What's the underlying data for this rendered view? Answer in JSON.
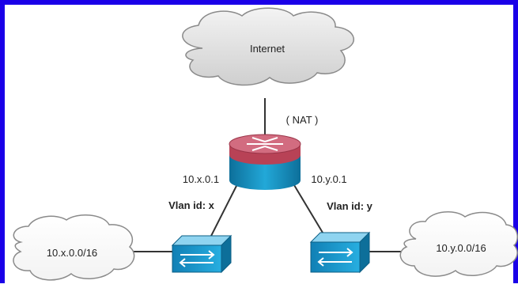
{
  "diagram": {
    "internet_label": "Internet",
    "nat_label": "( NAT )",
    "router_left_ip": "10.x.0.1",
    "router_right_ip": "10.y.0.1",
    "vlan_left": "Vlan id: x",
    "vlan_right": "Vlan id: y",
    "network_left": "10.x.0.0/16",
    "network_right": "10.y.0.0/16"
  },
  "colors": {
    "border": "#1a00e8",
    "router_top": "#c0495f",
    "router_body": "#1a98c8",
    "switch_body": "#1aa0d8",
    "cloud_fill": "#e2e2e2"
  }
}
